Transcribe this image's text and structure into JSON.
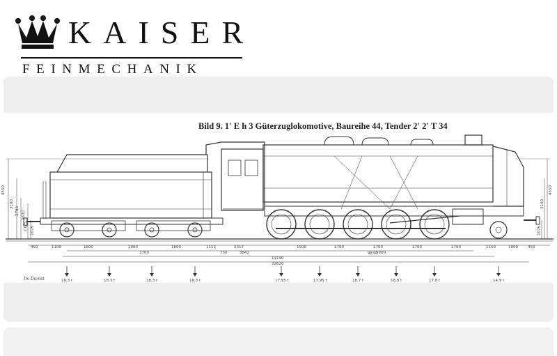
{
  "brand": {
    "name": "KAISER",
    "subtitle": "FEINMECHANIK"
  },
  "drawing": {
    "caption": "Bild 9.   1′ E h 3 Güterzuglokomotive, Baureihe 44, Tender 2′ 2′ T 34",
    "label_in_service": "Im Dienst",
    "bottom_dimensions": [
      "450",
      "1100",
      "1600",
      "1900",
      "1600",
      "1113",
      "2317",
      "1500",
      "1700",
      "1700",
      "1700",
      "1700",
      "1150",
      "1000",
      "450"
    ],
    "joint_dimension": "750",
    "overall_dims": [
      "3700",
      "3842",
      "5900",
      "9830",
      "19190",
      "22620"
    ],
    "height_dims_left": [
      "4550",
      "3100",
      "2780",
      "2630",
      "1725",
      "1075"
    ],
    "height_dims_right": [
      "3100",
      "4550",
      "1075"
    ],
    "axle_loads": [
      "18,3 t",
      "18,3 t",
      "18,3 t",
      "18,3 t",
      "17,95 t",
      "17,95 t",
      "18,7 t",
      "18,8 t",
      "17,8 t",
      "14,9 t"
    ]
  }
}
